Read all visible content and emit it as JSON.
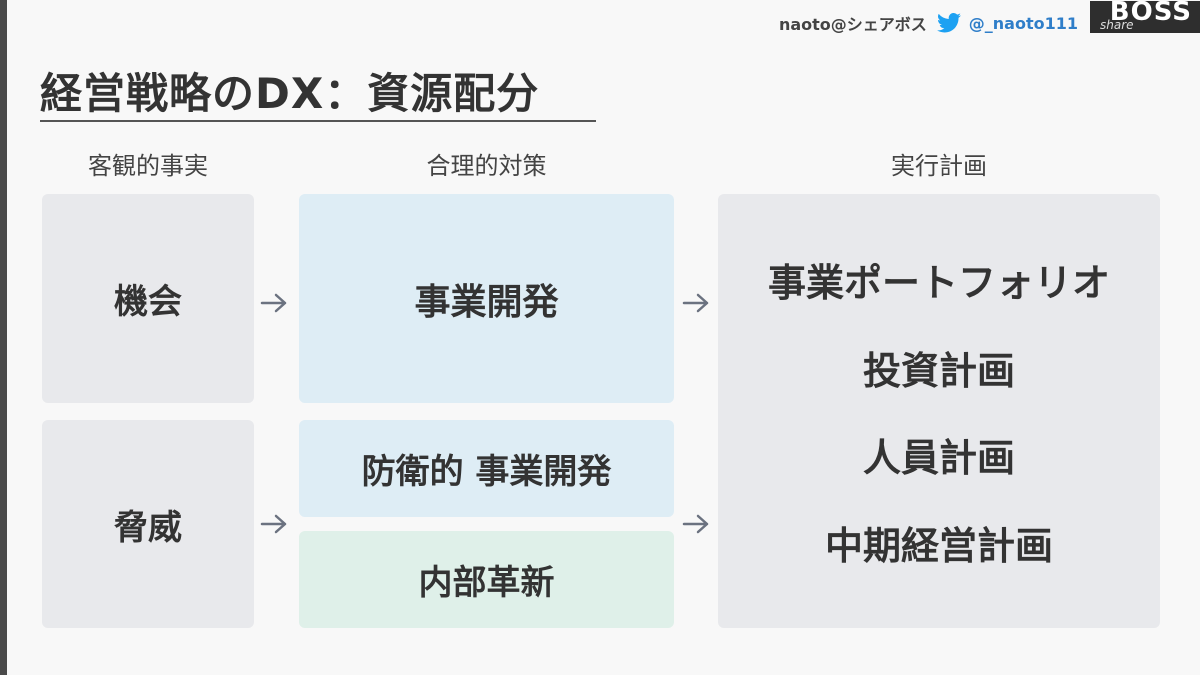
{
  "header": {
    "author": "naoto@シェアボス",
    "twitter_handle": "@_naoto111",
    "logo_main": "BOSS",
    "logo_sub": "share",
    "icons": {
      "twitter": "twitter-bird-icon"
    }
  },
  "title": "経営戦略のDX：資源配分",
  "columns": {
    "facts": "客観的事実",
    "measures": "合理的対策",
    "plans": "実行計画"
  },
  "facts": {
    "opportunity": "機会",
    "threat": "脅威"
  },
  "measures": {
    "business_development": "事業開発",
    "defensive_business_development": "防衛的 事業開発",
    "internal_innovation": "内部革新"
  },
  "plans": [
    "事業ポートフォリオ",
    "投資計画",
    "人員計画",
    "中期経営計画"
  ],
  "colors": {
    "gray_box": "#e8e9ec",
    "blue_box": "#deedf5",
    "green_box": "#dff0e9",
    "twitter": "#1da1f2",
    "handle": "#2f7ec9",
    "arrow": "#6b7280"
  }
}
